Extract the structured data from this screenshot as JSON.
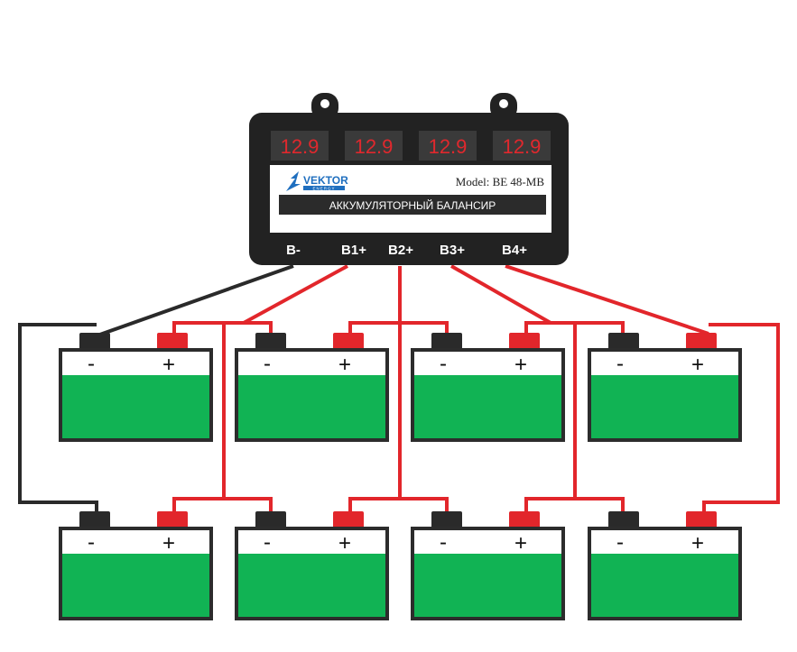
{
  "device": {
    "displays": [
      "12.9",
      "12.9",
      "12.9",
      "12.9"
    ],
    "brand": "VEKTOR",
    "brand_sub": "ENERGY",
    "model": "Model: BE 48-MB",
    "title": "АККУМУЛЯТОРНЫЙ БАЛАНСИР",
    "terminals": [
      "B-",
      "B1+",
      "B2+",
      "B3+",
      "B4+"
    ]
  },
  "battery": {
    "minus_symbol": "-",
    "plus_symbol": "+"
  },
  "colors": {
    "body": "#222222",
    "display_bg": "#3a3a3a",
    "display_text": "#e0282d",
    "wire_red": "#e2262b",
    "wire_black": "#2a2a2a",
    "battery_green": "#11b354",
    "terminal_red": "#e2262b",
    "terminal_black": "#2a2a2a",
    "brand_blue": "#1f6fbf"
  }
}
